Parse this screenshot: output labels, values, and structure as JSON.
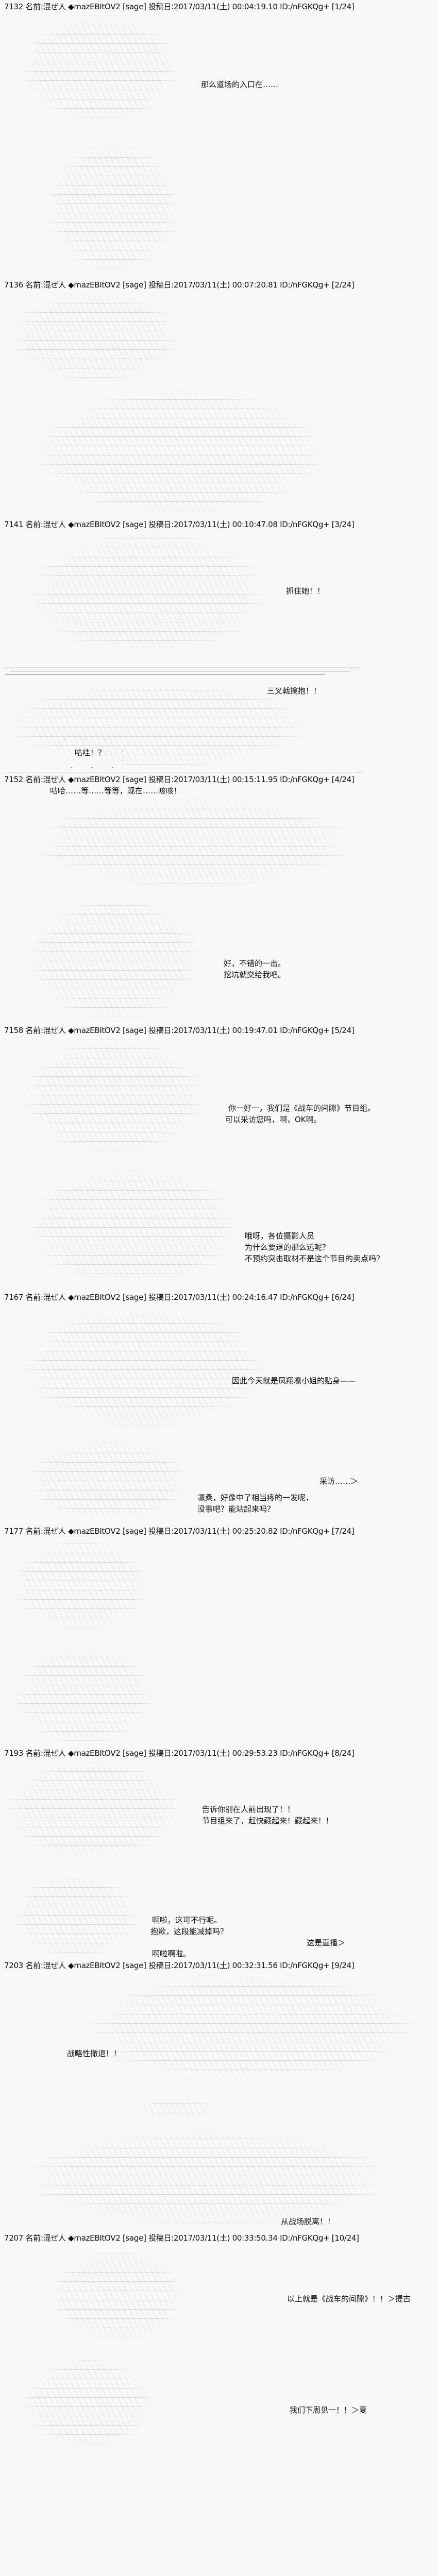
{
  "posts": [
    {
      "header": "7132 名前:混ぜ人 ◆mazEBItOV2 [sage] 投稿日:2017/03/11(土) 00:04:19.10 ID:/nFGKQg+ [1/24]",
      "lines": [
        "那么道场的入口在……"
      ]
    },
    {
      "header": "7136 名前:混ぜ人 ◆mazEBItOV2 [sage] 投稿日:2017/03/11(土) 00:07:20.81 ID:/nFGKQg+ [2/24]",
      "lines": []
    },
    {
      "header": "7141 名前:混ぜ人 ◆mazEBItOV2 [sage] 投稿日:2017/03/11(土) 00:10:47.08 ID:/nFGKQg+ [3/24]",
      "lines": [
        "抓住她！！",
        "三叉戟擒抱！！",
        "咕哇！？"
      ]
    },
    {
      "header": "7152 名前:混ぜ人 ◆mazEBItOV2 [sage] 投稿日:2017/03/11(土) 00:15:11.95 ID:/nFGKQg+ [4/24]",
      "lines": [
        "咕哈……等……等等，现在……咳咳！",
        "好，不错的一击。",
        "挖坑就交给我吧。"
      ]
    },
    {
      "header": "7158 名前:混ぜ人 ◆mazEBItOV2 [sage] 投稿日:2017/03/11(土) 00:19:47.01 ID:/nFGKQg+ [5/24]",
      "lines": [
        "你一好一，我们是《战车的间隙》节目组。",
        "可以采访您吗，啊，OK啊。",
        "哦呀，各位摄影人员",
        "为什么要退的那么远呢？",
        "不预约突击取材不是这个节目的卖点吗？"
      ]
    },
    {
      "header": "7167 名前:混ぜ人 ◆mazEBItOV2 [sage] 投稿日:2017/03/11(土) 00:24:16.47 ID:/nFGKQg+ [6/24]",
      "lines": [
        "因此今天就是凤翔凛小姐的贴身——",
        "采访……＞",
        "凛桑，好像中了相当疼的一发呢，",
        "没事吧？能站起来吗？"
      ]
    },
    {
      "header": "7177 名前:混ぜ人 ◆mazEBItOV2 [sage] 投稿日:2017/03/11(土) 00:25:20.82 ID:/nFGKQg+ [7/24]",
      "lines": []
    },
    {
      "header": "7193 名前:混ぜ人 ◆mazEBItOV2 [sage] 投稿日:2017/03/11(土) 00:29:53.23 ID:/nFGKQg+ [8/24]",
      "lines": [
        "告诉你别在人前出现了！！",
        "节目组来了，赶快藏起来！藏起来！！",
        "啊啦，这可不行呢。",
        "抱歉，这段能减掉吗？",
        "这是直播＞",
        "啊啦啊啦。"
      ]
    },
    {
      "header": "7203 名前:混ぜ人 ◆mazEBItOV2 [sage] 投稿日:2017/03/11(土) 00:32:31.56 ID:/nFGKQg+ [9/24]",
      "lines": [
        "战略性撤退！！",
        "从战场脱离！！"
      ]
    },
    {
      "header": "7207 名前:混ぜ人 ◆mazEBItOV2 [sage] 投稿日:2017/03/11(土) 00:33:50.34 ID:/nFGKQg+ [10/24]",
      "lines": [
        "以上就是《战车的间隙》！！＞提古",
        "我们下周见一！！＞夏"
      ]
    }
  ]
}
